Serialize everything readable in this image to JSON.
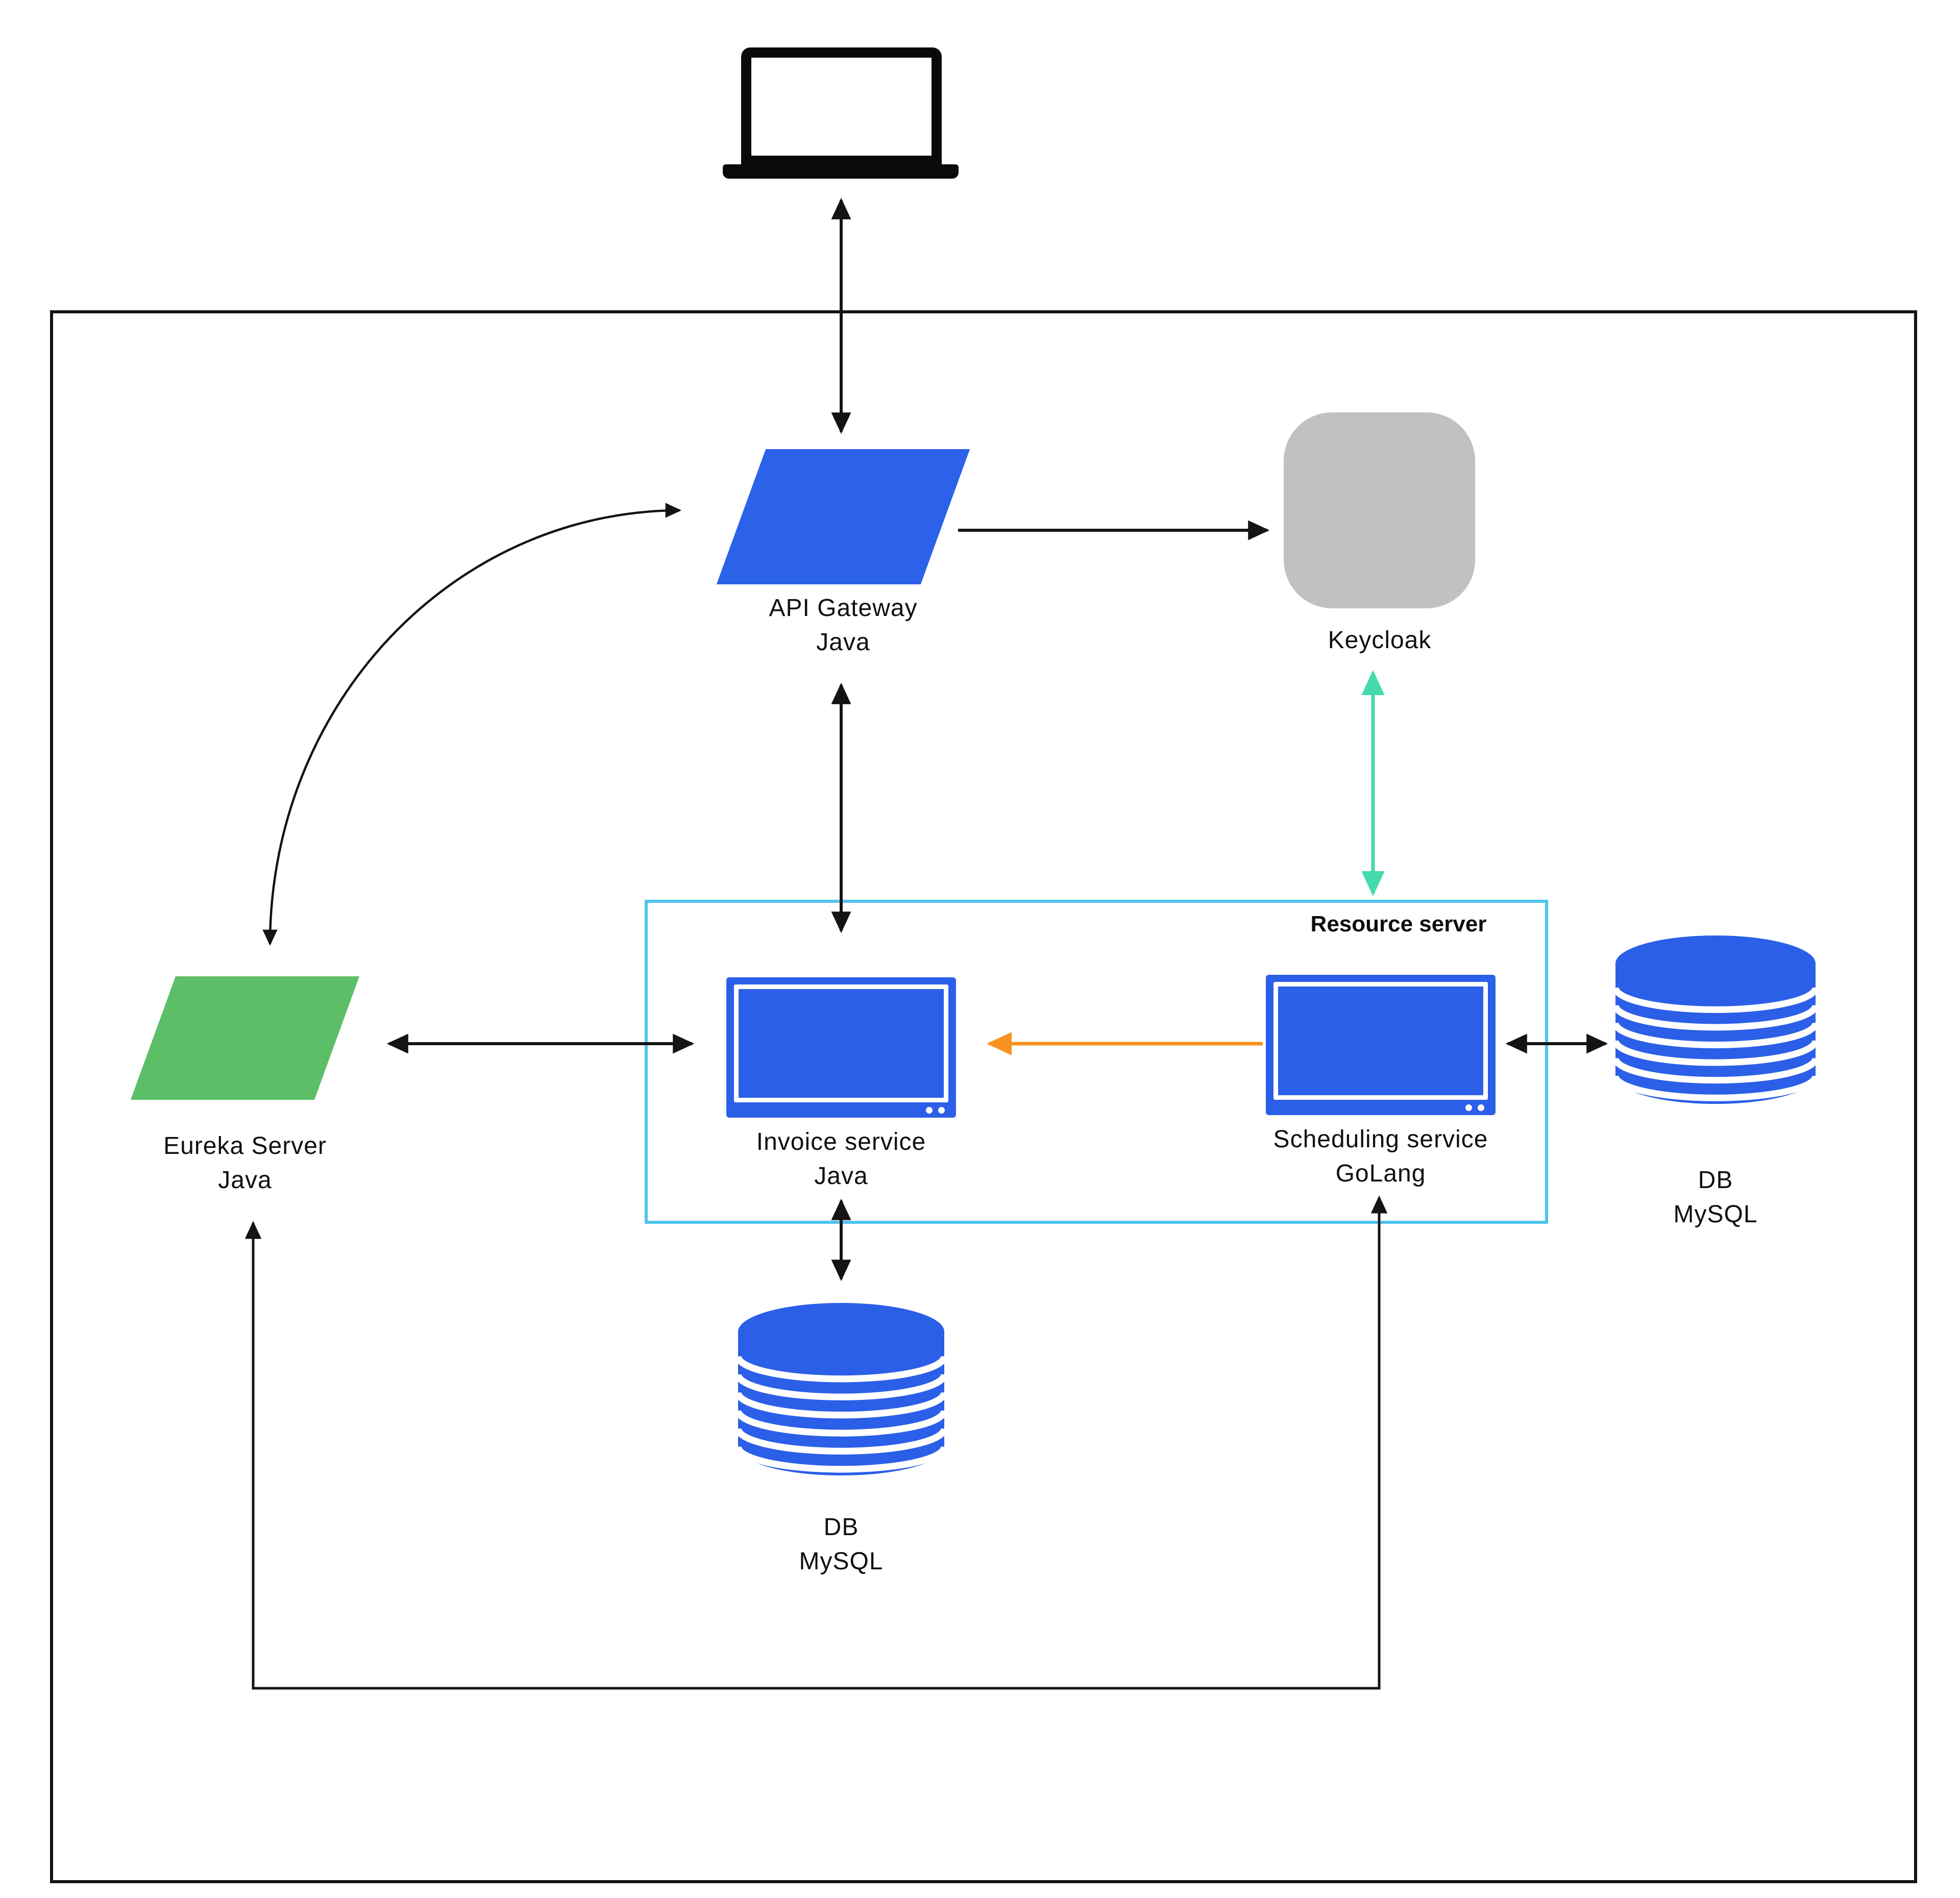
{
  "diagram": {
    "nodes": {
      "api_gateway": {
        "name": "API Gateway",
        "tech": "Java"
      },
      "keycloak": {
        "name": "Keycloak"
      },
      "resource_server": {
        "label": "Resource server"
      },
      "invoice_service": {
        "name": "Invoice service",
        "tech": "Java"
      },
      "scheduling_service": {
        "name": "Scheduling service",
        "tech": "GoLang"
      },
      "eureka_server": {
        "name": "Eureka Server",
        "tech": "Java"
      },
      "invoice_db": {
        "name": "DB",
        "tech": "MySQL"
      },
      "scheduling_db": {
        "name": "DB",
        "tech": "MySQL"
      }
    },
    "icons": {
      "client": "laptop-icon",
      "services": "monitor-icon",
      "databases": "database-cylinder-icon"
    },
    "colors": {
      "primary_blue": "#2B5FE8",
      "gateway_blue": "#2B62E9",
      "eureka_green": "#5CBE66",
      "keycloak_gray": "#C2C1C1",
      "auth_arrow_teal": "#45D9AE",
      "service_arrow_orange": "#F6921E",
      "resource_box_border": "#4EC4EF",
      "line_black": "#141414"
    }
  }
}
